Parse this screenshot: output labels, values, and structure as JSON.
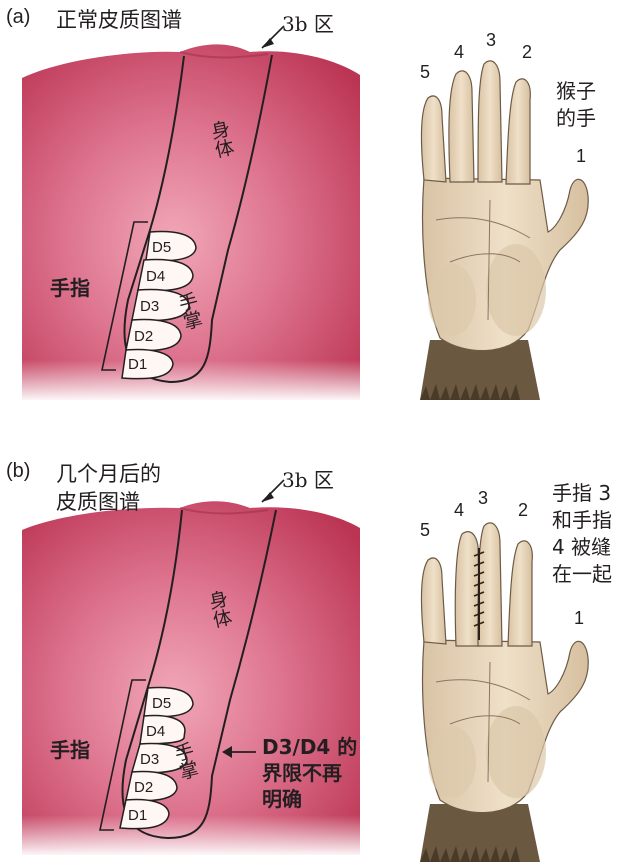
{
  "panels": [
    {
      "label": "(a)",
      "title": "正常皮质图谱",
      "area_label": "3b 区",
      "body_label": "身体",
      "palm_label": "手掌",
      "fingers_label": "手指",
      "digits": [
        "D5",
        "D4",
        "D3",
        "D2",
        "D1"
      ],
      "hand_caption": "猴子\n的手",
      "hand_numbers": [
        "5",
        "4",
        "3",
        "2",
        "1"
      ]
    },
    {
      "label": "(b)",
      "title": "几个月后的\n皮质图谱",
      "area_label": "3b 区",
      "body_label": "身体",
      "palm_label": "手掌",
      "fingers_label": "手指",
      "digits": [
        "D5",
        "D4",
        "D3",
        "D2",
        "D1"
      ],
      "boundary_note": "D3/D4 的\n界限不再\n明确",
      "hand_caption": "手指 3\n和手指\n4 被缝\n在一起",
      "hand_numbers": [
        "5",
        "4",
        "3",
        "2",
        "1"
      ]
    }
  ],
  "colors": {
    "cortex_pink": "#c43f5c",
    "cortex_light": "#e889a0",
    "skin": "#e8d6bd",
    "hair": "#5b4a36",
    "line": "#231f20"
  }
}
